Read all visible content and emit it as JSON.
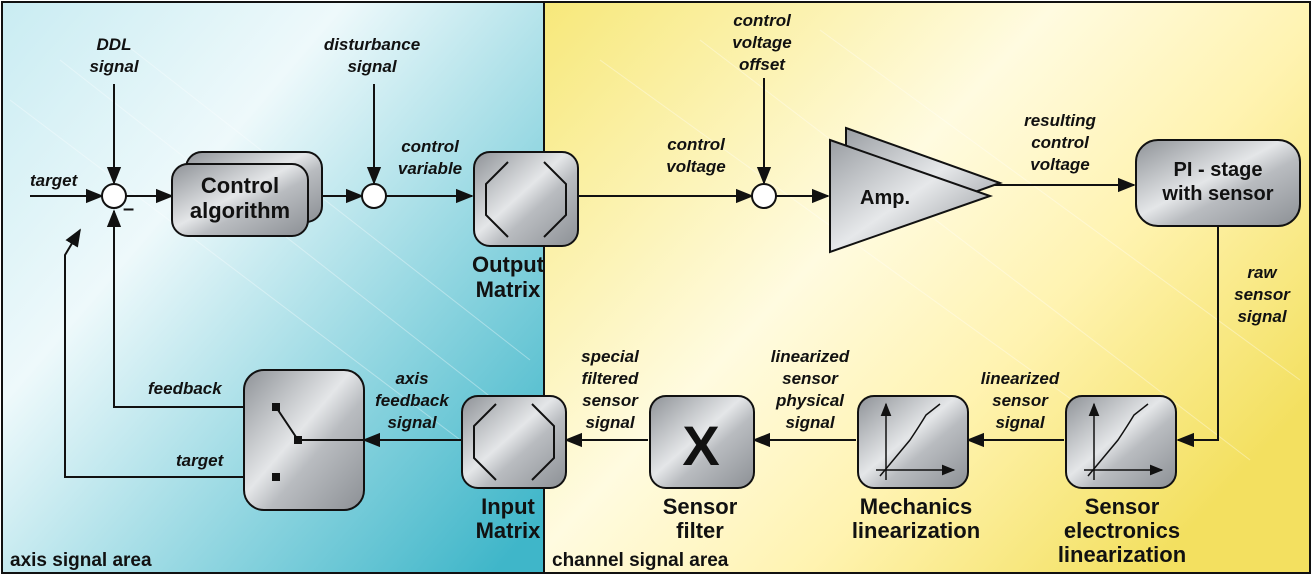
{
  "areas": {
    "axis": "axis signal area",
    "channel": "channel signal area"
  },
  "signals": {
    "ddl": [
      "DDL",
      "signal"
    ],
    "disturbance": [
      "disturbance",
      "signal"
    ],
    "control_variable": [
      "control",
      "variable"
    ],
    "control_voltage_offset": [
      "control",
      "voltage",
      "offset"
    ],
    "control_voltage": [
      "control",
      "voltage"
    ],
    "resulting_control_voltage": [
      "resulting",
      "control",
      "voltage"
    ],
    "target_in": "target",
    "raw_sensor_signal": [
      "raw",
      "sensor",
      "signal"
    ],
    "feedback": "feedback",
    "target_switch": "target",
    "axis_feedback_signal": [
      "axis",
      "feedback",
      "signal"
    ],
    "special_filtered": [
      "special",
      "filtered",
      "sensor",
      "signal"
    ],
    "linearized_physical": [
      "linearized",
      "sensor",
      "physical",
      "signal"
    ],
    "linearized_sensor": [
      "linearized",
      "sensor",
      "signal"
    ],
    "minus_sign": "–"
  },
  "blocks": {
    "control_algorithm": [
      "Control",
      "algorithm"
    ],
    "output_matrix": [
      "Output",
      "Matrix"
    ],
    "amp": "Amp.",
    "pi_stage": [
      "PI - stage",
      "with sensor"
    ],
    "input_matrix": [
      "Input",
      "Matrix"
    ],
    "sensor_filter_symbol": "X",
    "sensor_filter": [
      "Sensor",
      "filter"
    ],
    "mechanics_linearization": [
      "Mechanics",
      "linearization"
    ],
    "sensor_electronics_linearization": [
      "Sensor",
      "electronics",
      "linearization"
    ]
  },
  "colors": {
    "axis_area": "#52bfd0",
    "channel_area": "#f5e56a",
    "block": "#b4b8bc",
    "line": "#111111"
  }
}
